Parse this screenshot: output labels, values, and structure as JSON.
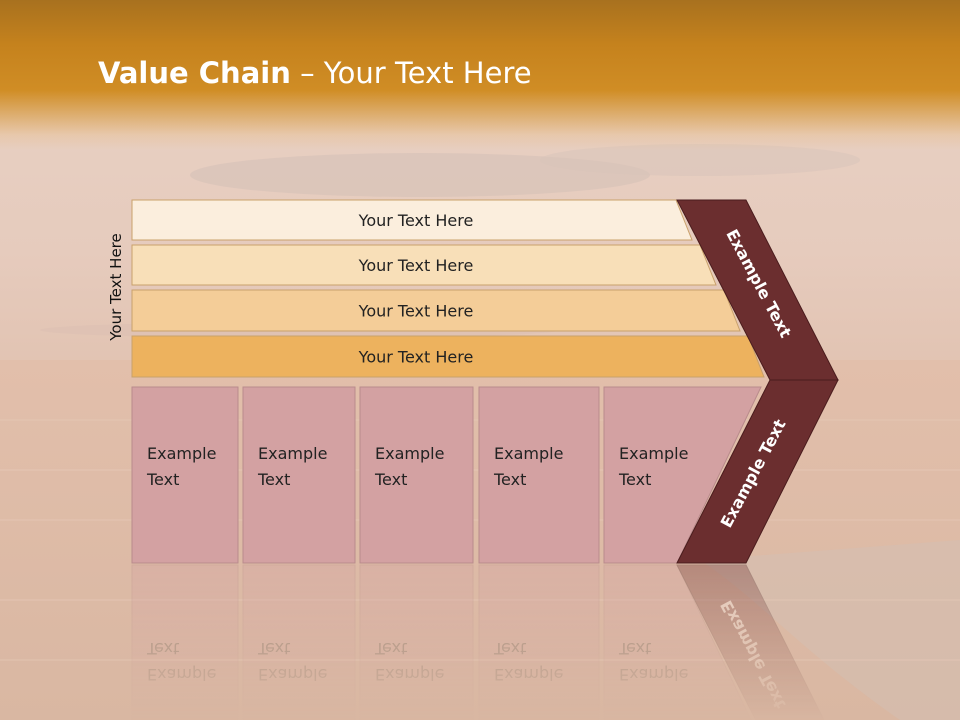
{
  "slide": {
    "title_bold": "Value Chain",
    "title_rest": " – Your Text Here",
    "side_label": "Your Text Here"
  },
  "bars": [
    {
      "label": "Your Text Here",
      "fill": "#fbeedd"
    },
    {
      "label": "Your Text Here",
      "fill": "#f8dfb8"
    },
    {
      "label": "Your Text Here",
      "fill": "#f4cd98"
    },
    {
      "label": "Your Text Here",
      "fill": "#edb25e"
    }
  ],
  "columns": [
    {
      "line1": "Example",
      "line2": "Text"
    },
    {
      "line1": "Example",
      "line2": "Text"
    },
    {
      "line1": "Example",
      "line2": "Text"
    },
    {
      "line1": "Example",
      "line2": "Text"
    },
    {
      "line1": "Example",
      "line2": "Text"
    }
  ],
  "chevron": {
    "upper_label": "Example Text",
    "lower_label": "Example Text",
    "fill": "#6b2e2f"
  },
  "colors": {
    "column_fill": "#d3a1a2",
    "header": "#c5821d"
  }
}
